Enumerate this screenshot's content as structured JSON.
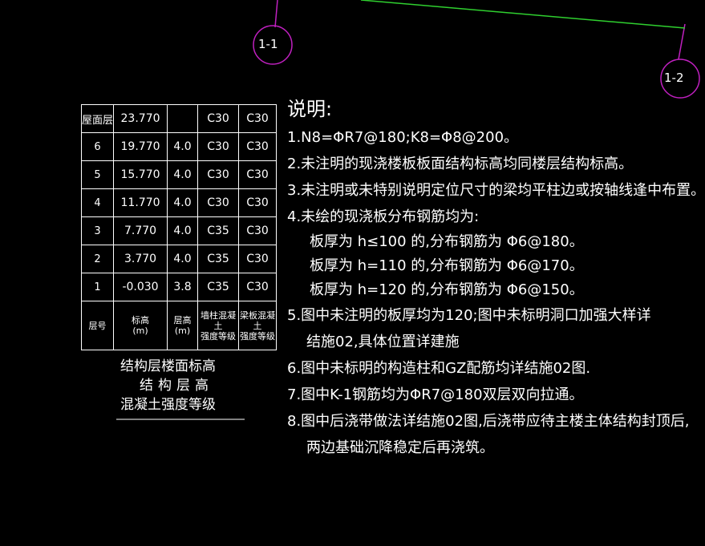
{
  "axes": {
    "left": "1-1",
    "right": "1-2"
  },
  "floor_table": {
    "rows": [
      [
        "屋面层",
        "23.770",
        "",
        "C30",
        "C30"
      ],
      [
        "6",
        "19.770",
        "4.0",
        "C30",
        "C30"
      ],
      [
        "5",
        "15.770",
        "4.0",
        "C30",
        "C30"
      ],
      [
        "4",
        "11.770",
        "4.0",
        "C30",
        "C30"
      ],
      [
        "3",
        "7.770",
        "4.0",
        "C35",
        "C30"
      ],
      [
        "2",
        "3.770",
        "4.0",
        "C35",
        "C30"
      ],
      [
        "1",
        "-0.030",
        "3.8",
        "C35",
        "C30"
      ]
    ],
    "header": {
      "c0": "层号",
      "c1": "标高\n(m)",
      "c2": "层高\n(m)",
      "c3": "墙柱混凝土\n强度等级",
      "c4": "梁板混凝土\n强度等级"
    },
    "caption": {
      "line1": "结构层楼面标高",
      "line2": "结构层高",
      "line3": "混凝土强度等级"
    }
  },
  "notes": {
    "title": "说明:",
    "lines": [
      "1.N8=ΦR7@180;K8=Φ8@200。",
      "2.未注明的现浇楼板板面结构标高均同楼层结构标高。",
      "3.未注明或未特别说明定位尺寸的梁均平柱边或按轴线逢中布置。",
      "4.未绘的现浇板分布钢筋均为:",
      "板厚为 h≤100 的,分布钢筋为  Φ6@180。",
      "板厚为 h=110 的,分布钢筋为  Φ6@170。",
      "板厚为 h=120 的,分布钢筋为  Φ6@150。",
      "5.图中未注明的板厚均为120;图中未标明洞口加强大样详",
      "结施02,具体位置详建施",
      "6.图中未标明的构造柱和GZ配筋均详结施02图.",
      "7.图中K-1钢筋均为ΦR7@180双层双向拉通。",
      "8.图中后浇带做法详结施02图,后浇带应待主楼主体结构封顶后,",
      "两边基础沉降稳定后再浇筑。"
    ]
  },
  "colors": {
    "background": "#000000",
    "text": "#ffffff",
    "axis_circle": "#c020c0",
    "green_line": "#2fd02f"
  }
}
